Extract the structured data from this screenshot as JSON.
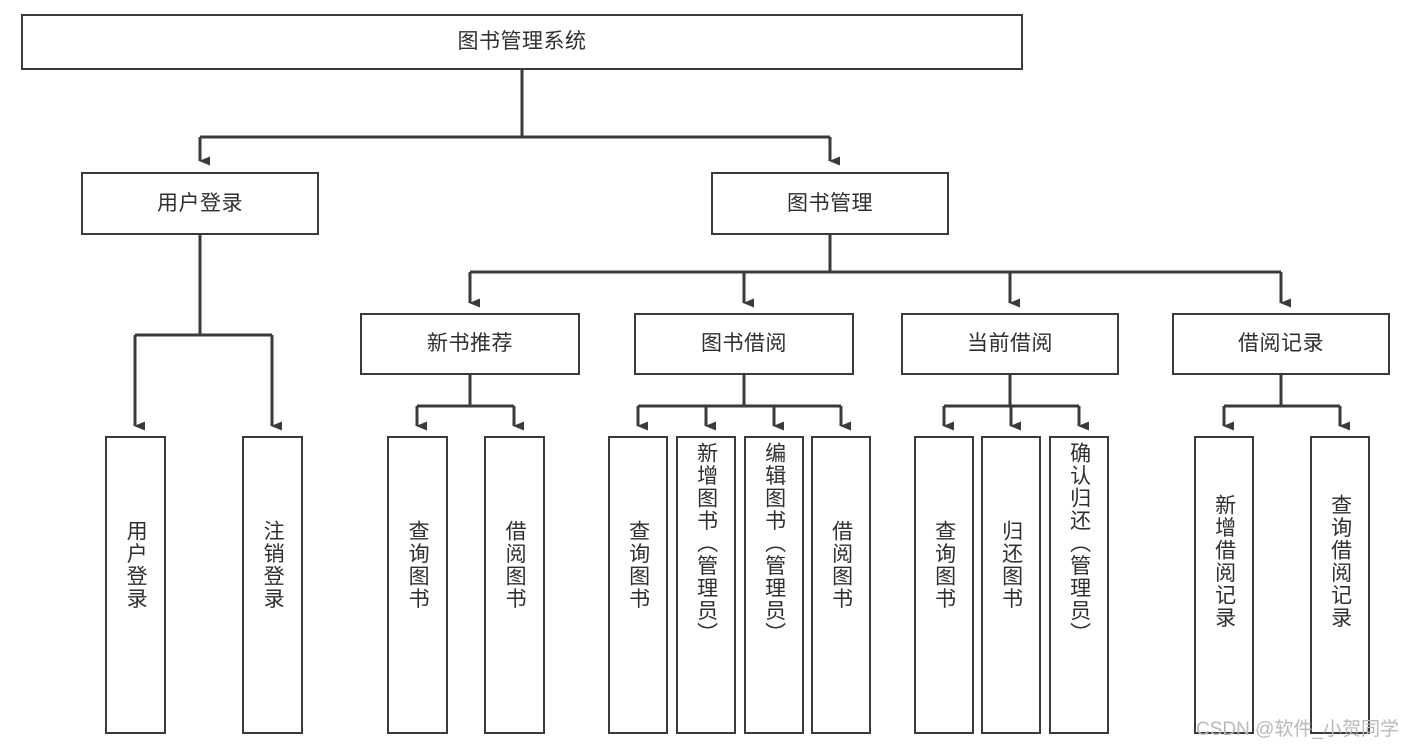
{
  "diagram": {
    "title": "图书管理系统",
    "type": "tree-hierarchy",
    "watermark": "CSDN @软件_小贺同学",
    "colors": {
      "background": "#ffffff",
      "node_border": "#3a3a3a",
      "node_fill": "#ffffff",
      "text": "#2f2f2f",
      "edge": "#3a3a3a",
      "watermark": "#b9b9b9"
    },
    "levels": {
      "root_label": "图书管理系统",
      "level2_labels": [
        "用户登录",
        "图书管理"
      ],
      "level3_labels": [
        "新书推荐",
        "图书借阅",
        "当前借阅",
        "借阅记录"
      ]
    },
    "nodes": {
      "root": {
        "label": "图书管理系统"
      },
      "user_login": {
        "label": "用户登录"
      },
      "book_manage": {
        "label": "图书管理"
      },
      "new_book_rec": {
        "label": "新书推荐"
      },
      "book_borrow": {
        "label": "图书借阅"
      },
      "current_borrow": {
        "label": "当前借阅"
      },
      "borrow_record": {
        "label": "借阅记录"
      },
      "leaf_user_login": {
        "label": "用户登录"
      },
      "leaf_user_logout": {
        "label": "注销登录"
      },
      "leaf_rec_query": {
        "label": "查询图书"
      },
      "leaf_rec_borrow": {
        "label": "借阅图书"
      },
      "leaf_borrow_query": {
        "label": "查询图书"
      },
      "leaf_borrow_add": {
        "label": "新增图书（管理员）"
      },
      "leaf_borrow_edit": {
        "label": "编辑图书（管理员）"
      },
      "leaf_borrow_lend": {
        "label": "借阅图书"
      },
      "leaf_cur_query": {
        "label": "查询图书"
      },
      "leaf_cur_return": {
        "label": "归还图书"
      },
      "leaf_cur_confirm": {
        "label": "确认归还（管理员）"
      },
      "leaf_rec_add": {
        "label": "新增借阅记录"
      },
      "leaf_rec_search": {
        "label": "查询借阅记录"
      }
    },
    "edges": [
      {
        "from": "root",
        "to": "user_login"
      },
      {
        "from": "root",
        "to": "book_manage"
      },
      {
        "from": "user_login",
        "to": "leaf_user_login"
      },
      {
        "from": "user_login",
        "to": "leaf_user_logout"
      },
      {
        "from": "book_manage",
        "to": "new_book_rec"
      },
      {
        "from": "book_manage",
        "to": "book_borrow"
      },
      {
        "from": "book_manage",
        "to": "current_borrow"
      },
      {
        "from": "book_manage",
        "to": "borrow_record"
      },
      {
        "from": "new_book_rec",
        "to": "leaf_rec_query"
      },
      {
        "from": "new_book_rec",
        "to": "leaf_rec_borrow"
      },
      {
        "from": "book_borrow",
        "to": "leaf_borrow_query"
      },
      {
        "from": "book_borrow",
        "to": "leaf_borrow_add"
      },
      {
        "from": "book_borrow",
        "to": "leaf_borrow_edit"
      },
      {
        "from": "book_borrow",
        "to": "leaf_borrow_lend"
      },
      {
        "from": "current_borrow",
        "to": "leaf_cur_query"
      },
      {
        "from": "current_borrow",
        "to": "leaf_cur_return"
      },
      {
        "from": "current_borrow",
        "to": "leaf_cur_confirm"
      },
      {
        "from": "borrow_record",
        "to": "leaf_rec_add"
      },
      {
        "from": "borrow_record",
        "to": "leaf_rec_search"
      }
    ]
  }
}
